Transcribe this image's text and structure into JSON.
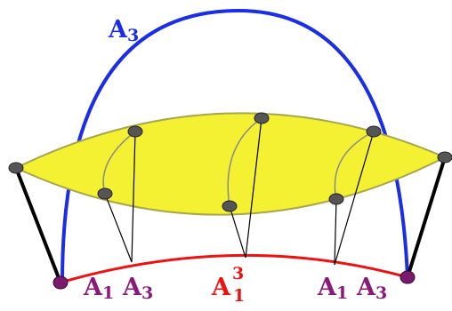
{
  "colors": {
    "blue_curve": "#1a2ee8",
    "red_curve": "#ee1111",
    "yellow_fill": "#f4f032",
    "yellow_edge": "#a8a64a",
    "node_fill": "#555555",
    "purple_node": "#7a1a6e",
    "purple_label": "#8a1a7a",
    "blue_label": "#1a2ee8",
    "red_label": "#ee1111",
    "edge_black": "#000000"
  },
  "labels": {
    "top_left_main": "A",
    "top_left_sub": "3",
    "left_a1_main": "A",
    "left_a1_sub": "1",
    "left_a3_main": "A",
    "left_a3_sub": "3",
    "center_main": "A",
    "center_sup": "3",
    "center_sub": "1",
    "right_a1_main": "A",
    "right_a1_sub": "1",
    "right_a3_main": "A",
    "right_a3_sub": "3"
  }
}
